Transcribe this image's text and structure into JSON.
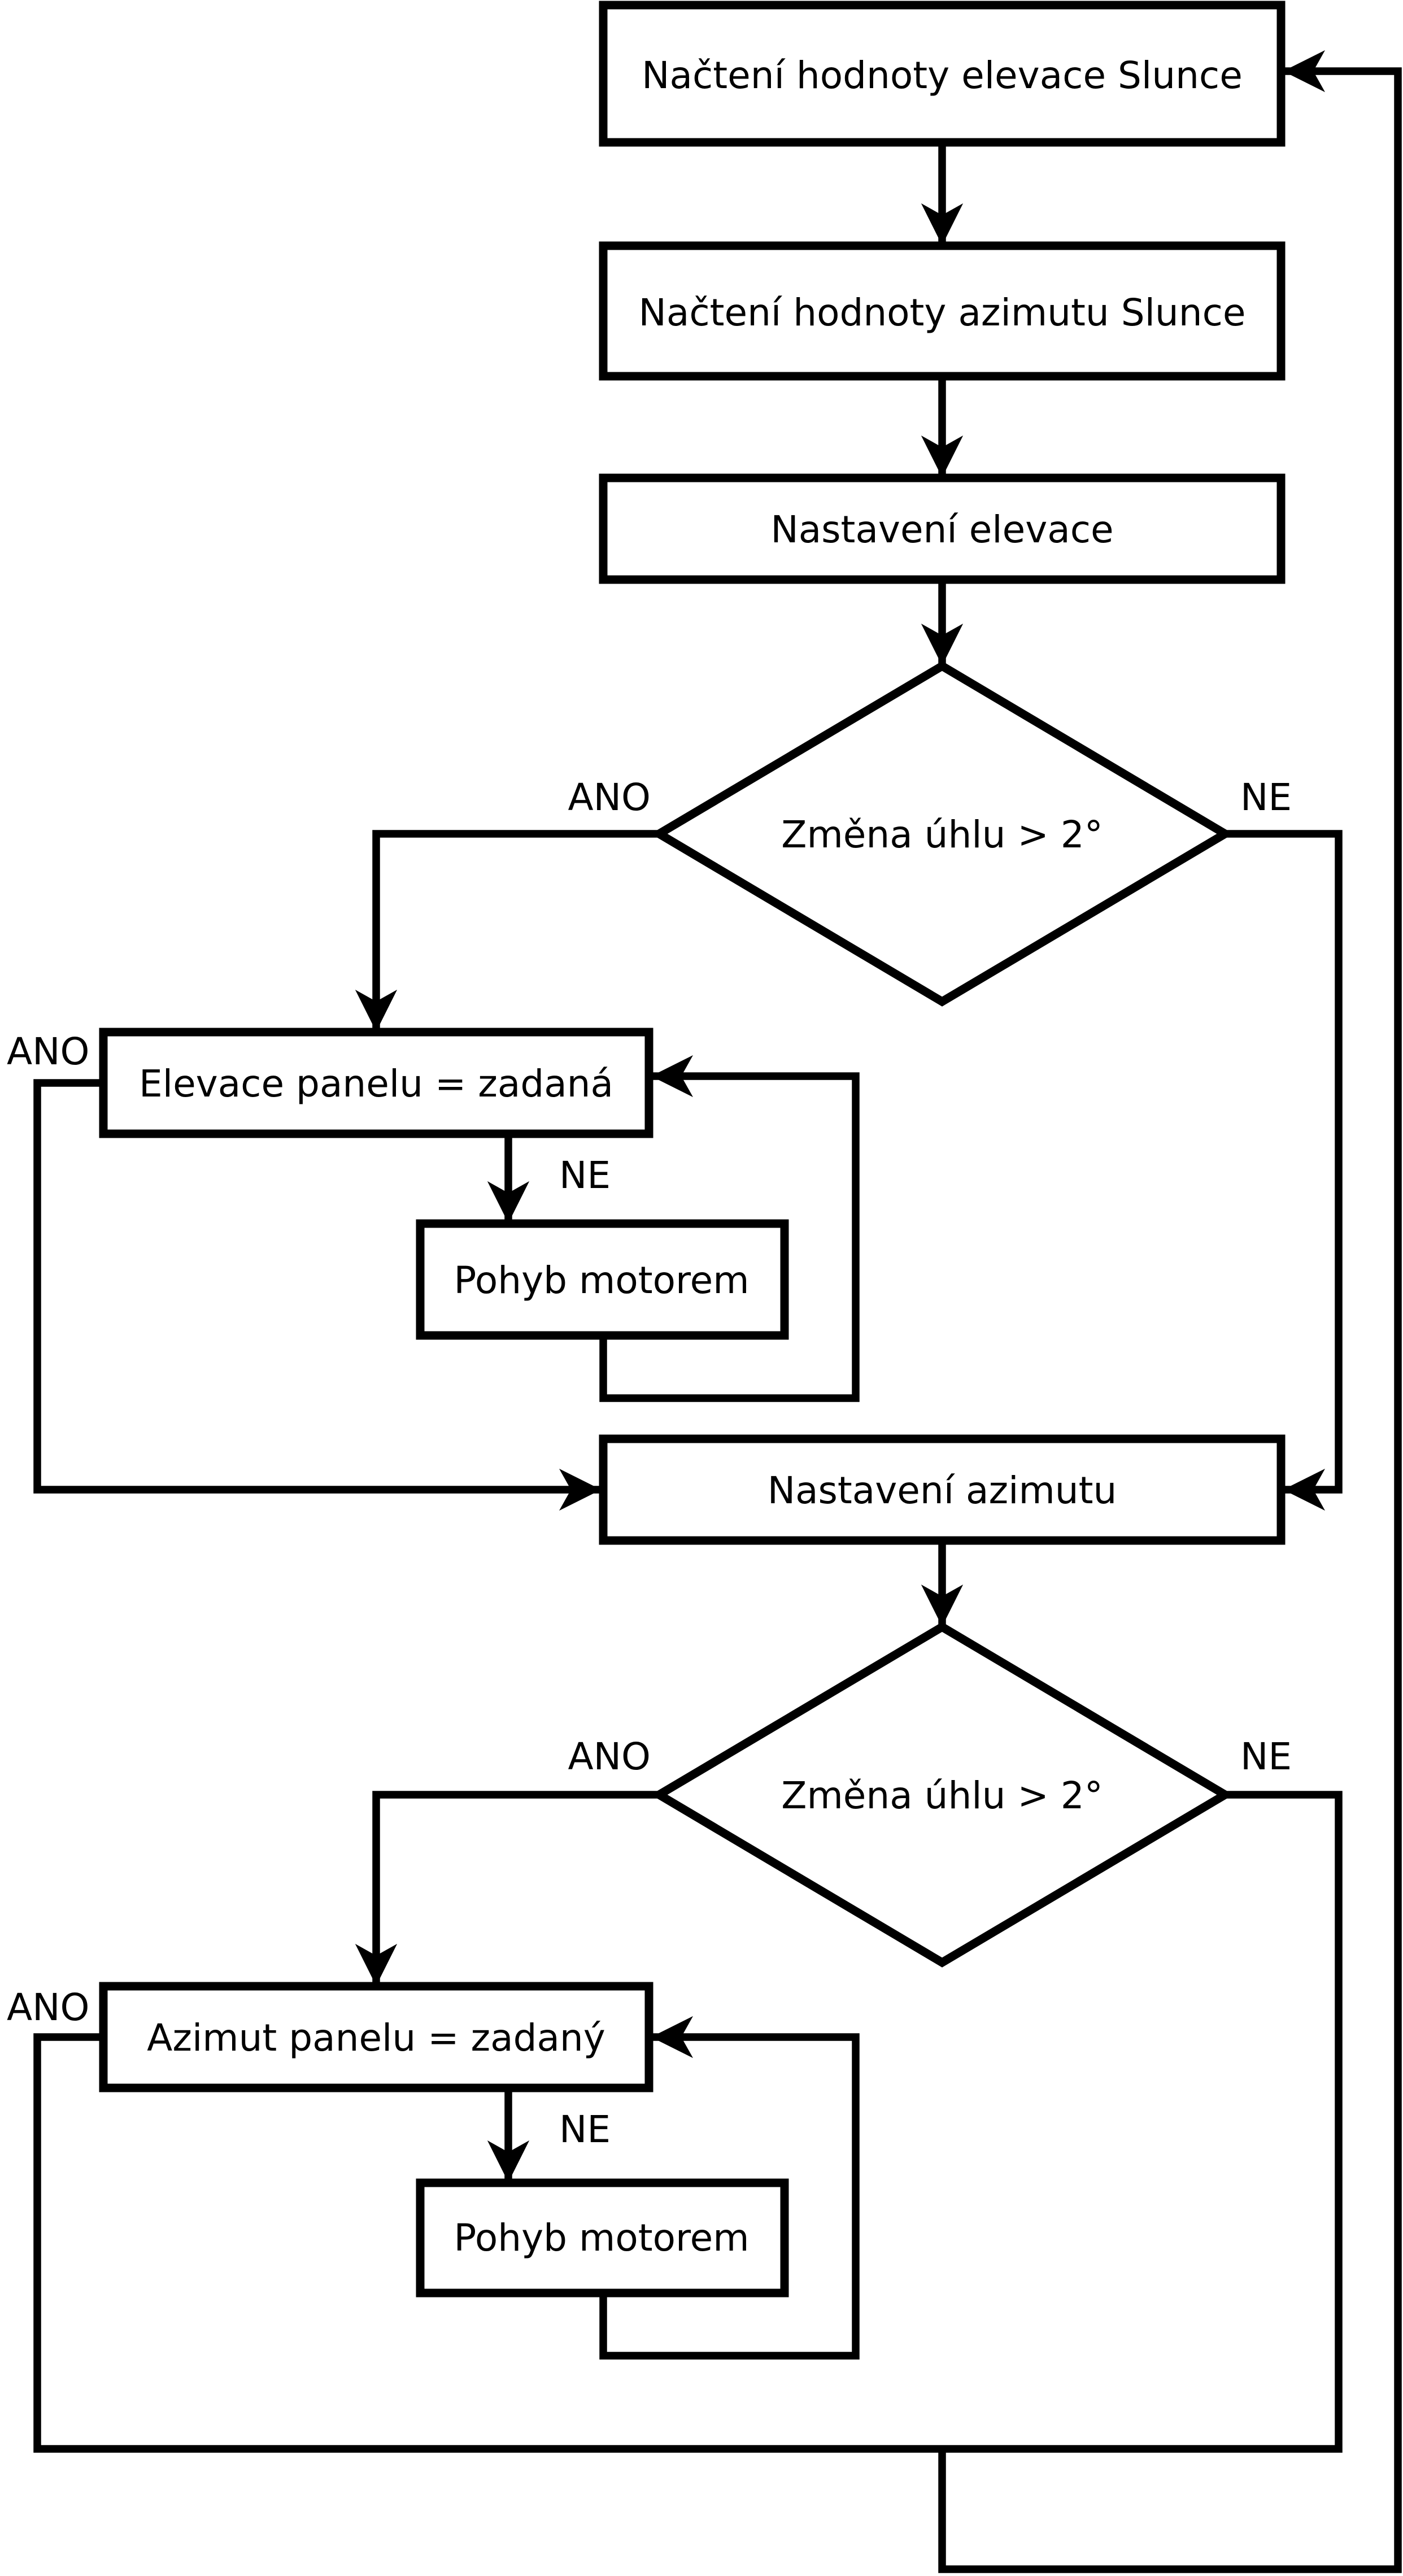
{
  "flowchart": {
    "colors": {
      "line": "#000000",
      "text": "#000000",
      "background": "#ffffff"
    },
    "nodes": {
      "read_elevation": "Načtení hodnoty elevace Slunce",
      "read_azimuth": "Načtení hodnoty azimutu Slunce",
      "set_elevation": "Nastavení elevace",
      "decision_elevation": "Změna úhlu > 2°",
      "panel_elevation": "Elevace panelu = zadaná",
      "motor_elevation": "Pohyb motorem",
      "set_azimuth": "Nastavení azimutu",
      "decision_azimuth": "Změna úhlu > 2°",
      "panel_azimuth": "Azimut panelu = zadaný",
      "motor_azimuth": "Pohyb motorem"
    },
    "labels": {
      "yes": "ANO",
      "no": "NE"
    }
  }
}
